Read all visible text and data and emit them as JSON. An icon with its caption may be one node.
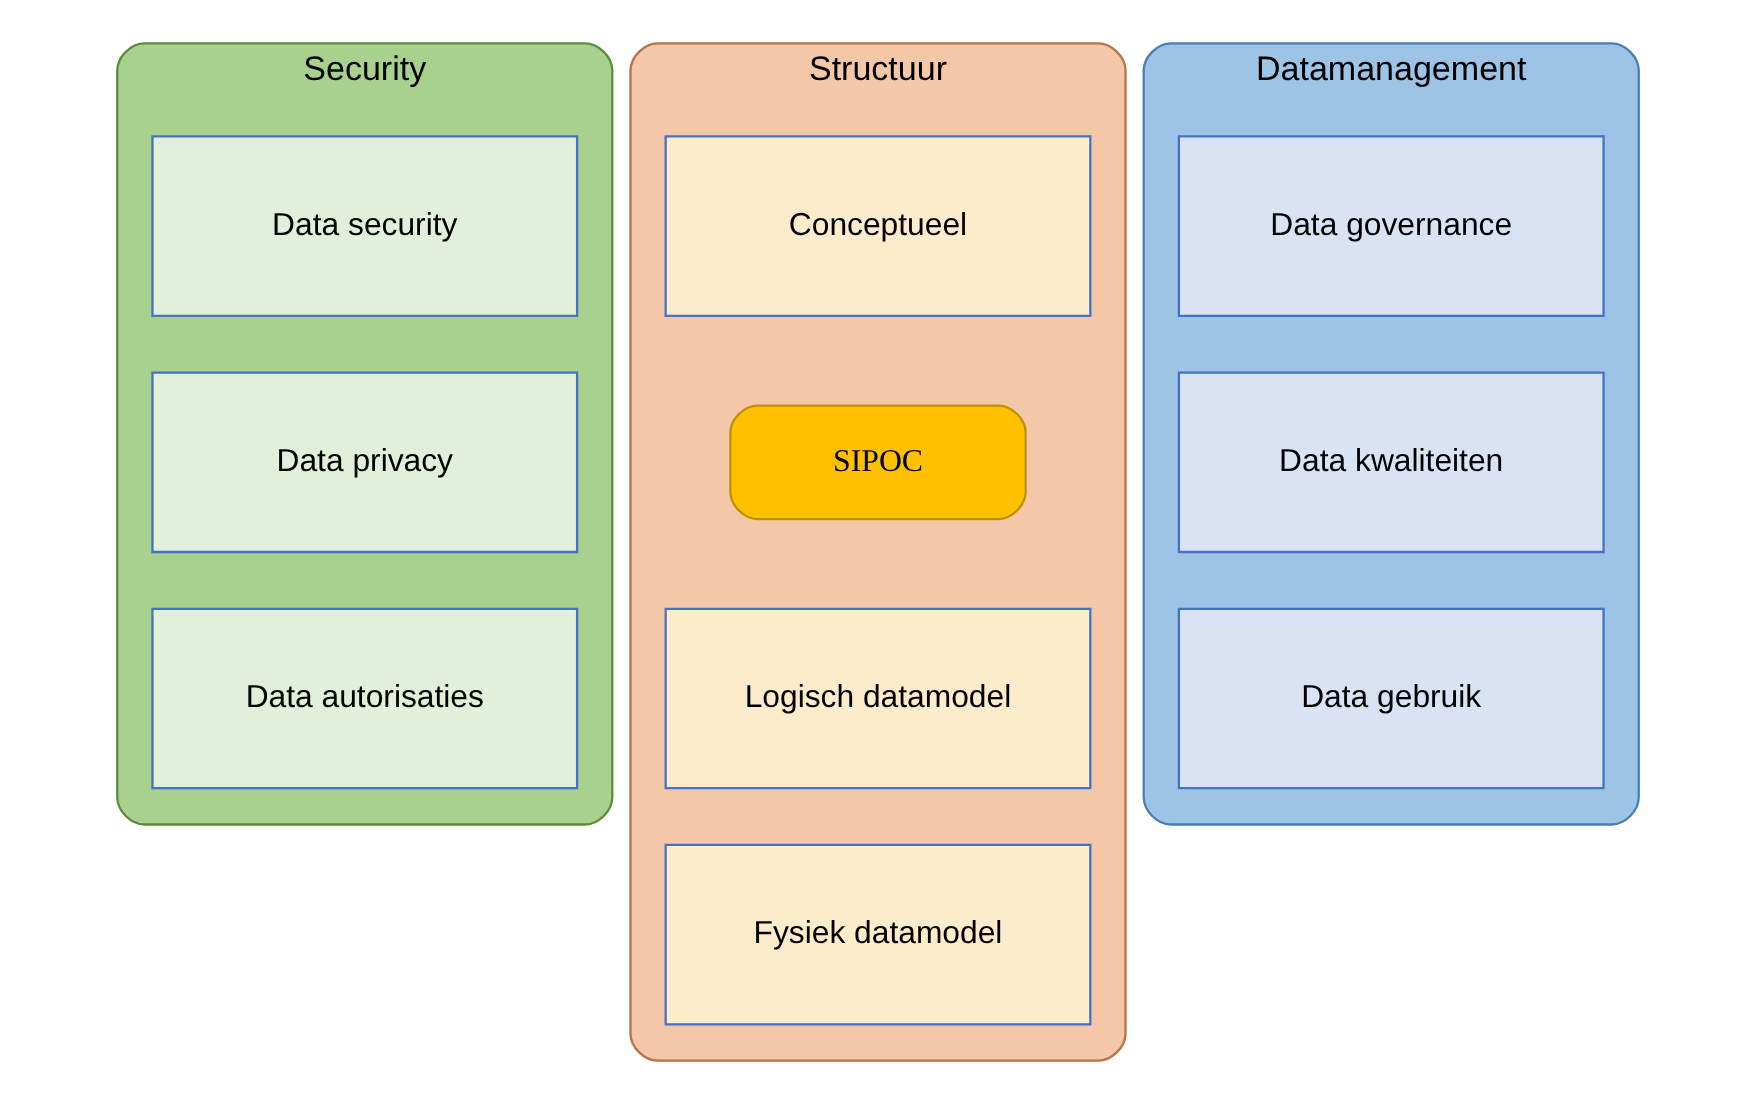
{
  "diagram": {
    "nodes": [
      {
        "text": [
          "Security"
        ]
      },
      {
        "text": [
          "Data security"
        ],
        "in": 0
      },
      {
        "text": [
          "Data privacy"
        ],
        "in": 0
      },
      {
        "text": [
          "Data autorisaties"
        ],
        "in": 0
      },
      {
        "text": [
          "Structuur"
        ]
      },
      {
        "text": [
          "Conceptueel"
        ],
        "in": 4
      },
      {
        "text": [
          "SIPOC"
        ],
        "in": 4
      },
      {
        "text": [
          "Logisch datamodel"
        ],
        "in": 4
      },
      {
        "text": [
          "Fysiek datamodel"
        ],
        "in": 4
      },
      {
        "text": [
          "Datamanagement"
        ]
      },
      {
        "text": [
          "Data governance"
        ],
        "in": 9
      },
      {
        "text": [
          "Data kwaliteiten"
        ],
        "in": 9
      },
      {
        "text": [
          "Data gebruik"
        ],
        "in": 9
      }
    ],
    "edges": []
  }
}
